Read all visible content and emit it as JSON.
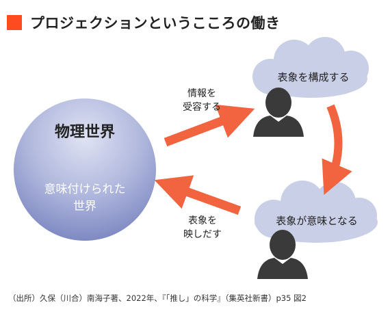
{
  "title": "プロジェクションというこころの働き",
  "circle": {
    "main": "物理世界",
    "sub_line1": "意味付けられた",
    "sub_line2": "世界"
  },
  "arrow_top_label": {
    "line1": "情報を",
    "line2": "受容する"
  },
  "arrow_bottom_label": {
    "line1": "表象を",
    "line2": "映しだす"
  },
  "cloud_top": "表象を構成する",
  "cloud_bottom": "表象が意味となる",
  "source": "（出所）久保（川合）南海子著、2022年、『「推し」の科学』（集英社新書）p35 図2",
  "colors": {
    "accent": "#ff4b1f",
    "arrow": "#f26440",
    "cloud": "#c9cfe6",
    "person": "#3a3a3a"
  }
}
